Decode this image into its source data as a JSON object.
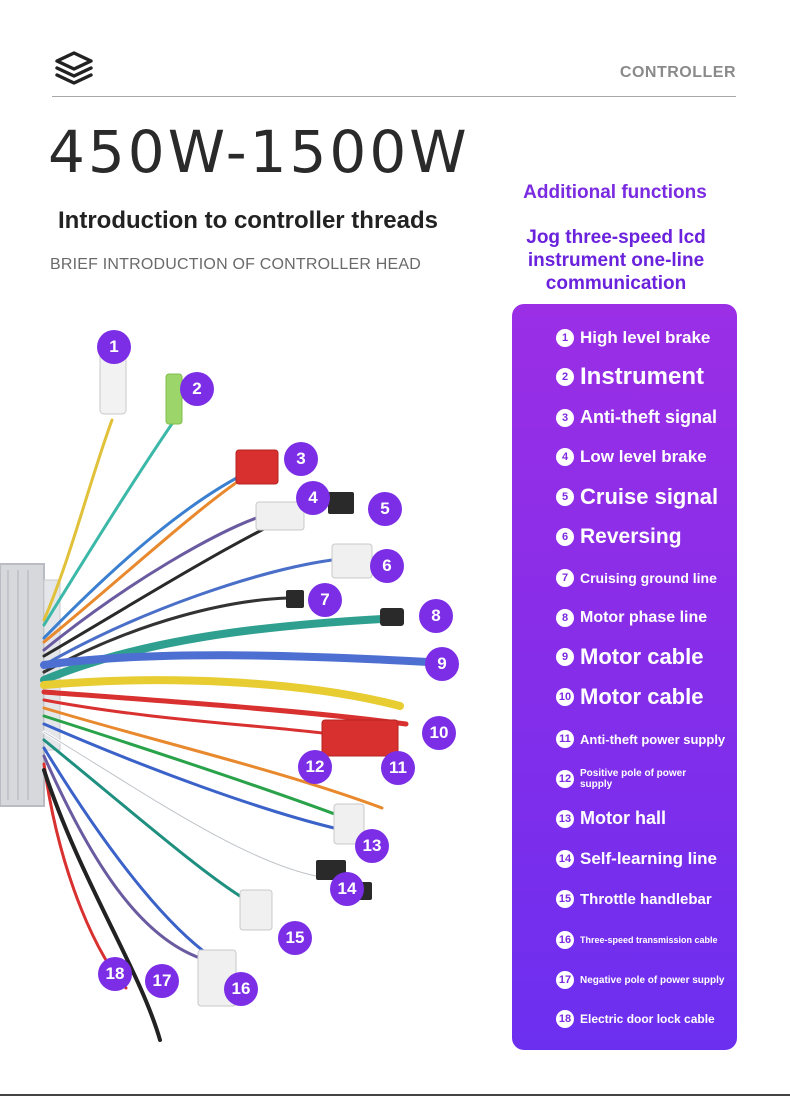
{
  "header": {
    "section_label": "CONTROLLER"
  },
  "main_title": "450W-1500W",
  "intro": {
    "title": "Introduction to controller threads",
    "subtitle": "BRIEF INTRODUCTION OF CONTROLLER HEAD"
  },
  "additional": {
    "heading": "Additional functions",
    "subheading": "Jog three-speed lcd instrument one-line communication"
  },
  "functions": [
    {
      "num": "1",
      "label": "High level brake"
    },
    {
      "num": "2",
      "label": "Instrument"
    },
    {
      "num": "3",
      "label": "Anti-theft signal"
    },
    {
      "num": "4",
      "label": "Low level brake"
    },
    {
      "num": "5",
      "label": "Cruise signal"
    },
    {
      "num": "6",
      "label": "Reversing"
    },
    {
      "num": "7",
      "label": "Cruising ground line"
    },
    {
      "num": "8",
      "label": "Motor phase line"
    },
    {
      "num": "9",
      "label": "Motor cable"
    },
    {
      "num": "10",
      "label": "Motor cable"
    },
    {
      "num": "11",
      "label": "Anti-theft power supply"
    },
    {
      "num": "12",
      "label": "Positive pole of power supply"
    },
    {
      "num": "13",
      "label": "Motor hall"
    },
    {
      "num": "14",
      "label": "Self-learning line"
    },
    {
      "num": "15",
      "label": "Throttle handlebar"
    },
    {
      "num": "16",
      "label": "Three-speed transmission cable"
    },
    {
      "num": "17",
      "label": "Negative pole of power supply"
    },
    {
      "num": "18",
      "label": "Electric door lock cable"
    }
  ],
  "badges": [
    "1",
    "2",
    "3",
    "4",
    "5",
    "6",
    "7",
    "8",
    "9",
    "10",
    "11",
    "12",
    "13",
    "14",
    "15",
    "16",
    "17",
    "18"
  ],
  "colors": {
    "accent": "#7b2ee6",
    "panel_top": "#9a2fe6",
    "panel_bottom": "#6c2ff0"
  }
}
